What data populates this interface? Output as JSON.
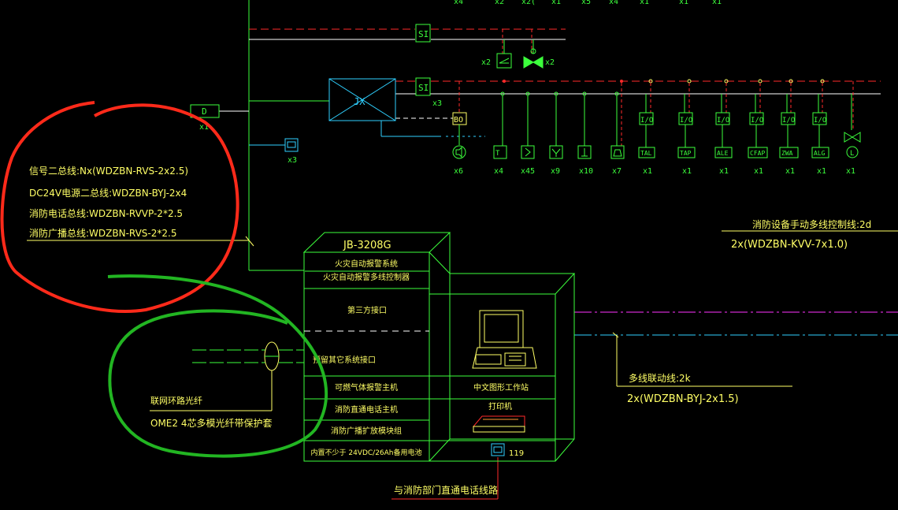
{
  "colors": {
    "green": "#3cff3c",
    "yellow": "#ffff66",
    "white": "#ffffff",
    "cyan": "#2fd0ff",
    "red": "#ff2a2a",
    "magenta": "#ff33ff",
    "annotation_red": "#ff2a1a",
    "annotation_green": "#22b522"
  },
  "top_counts": [
    "x4",
    "x2",
    "x2(",
    "x1",
    "x5",
    "x4",
    "x1",
    "x1",
    "x1"
  ],
  "si_upper": {
    "label": "SI"
  },
  "si_lower": {
    "label": "SI"
  },
  "jx_box": {
    "label": "JX"
  },
  "d_box": {
    "label": "D",
    "count": "x1"
  },
  "phone_outlet": {
    "count": "x3"
  },
  "upper_devices": {
    "x2_left": "x2",
    "x2_right": "x2"
  },
  "bo": {
    "label": "BO",
    "count": "x3"
  },
  "bus_devices": [
    {
      "icon": "speaker-icon",
      "count": "x6"
    },
    {
      "icon": "phone-jack-icon",
      "count": "x4"
    },
    {
      "icon": "smoke-detector-icon",
      "count": "x45"
    },
    {
      "icon": "heat-detector-icon",
      "count": "x9"
    },
    {
      "icon": "manual-call-point-icon",
      "count": "x10"
    },
    {
      "icon": "alarm-bell-icon",
      "count": "x7"
    }
  ],
  "io_modules": [
    {
      "label": "I/O",
      "device": "TAL",
      "count": "x1"
    },
    {
      "label": "I/O",
      "device": "TAP",
      "count": "x1"
    },
    {
      "label": "I/O",
      "device": "ALE",
      "count": "x1"
    },
    {
      "label": "I/O",
      "device": "CFAP",
      "count": "x1"
    },
    {
      "label": "I/O",
      "device": "ZWA",
      "count": "x1"
    },
    {
      "label": "I/O",
      "device": "ALG",
      "count": "x1"
    }
  ],
  "valve": {
    "label": "L",
    "count": "x1"
  },
  "cable_notes": [
    "信号二总线:Nx(WDZBN-RVS-2x2.5)",
    "DC24V电源二总线:WDZBN-BYJ-2x4",
    "消防电话总线:WDZBN-RVVP-2*2.5",
    "消防广播总线:WDZBN-RVS-2*2.5"
  ],
  "manual_control_note": {
    "title": "消防设备手动多线控制线:2d",
    "cable": "2x(WDZBN-KVV-7x1.0)"
  },
  "linkage_note": {
    "title": "多线联动线:2k",
    "cable": "2x(WDZBN-BYJ-2x1.5)"
  },
  "fiber_note": {
    "title": "联网环路光纤",
    "cable": "OME2  4芯多模光纤带保护套"
  },
  "controller": {
    "model": "JB-3208G",
    "rows": [
      "火灾自动报警系统\n火灾自动报警多线控制器",
      "第三方接口",
      "预留其它系统接口",
      "可燃气体报警主机",
      "消防直通电话主机",
      "消防广播扩放模块组",
      "内置不少于 24VDC/26Ah备用电池"
    ],
    "workstation_label": "中文图形工作站",
    "printer_label": "打印机",
    "phone_119": "119"
  },
  "direct_line_label": "与消防部门直通电话线路"
}
